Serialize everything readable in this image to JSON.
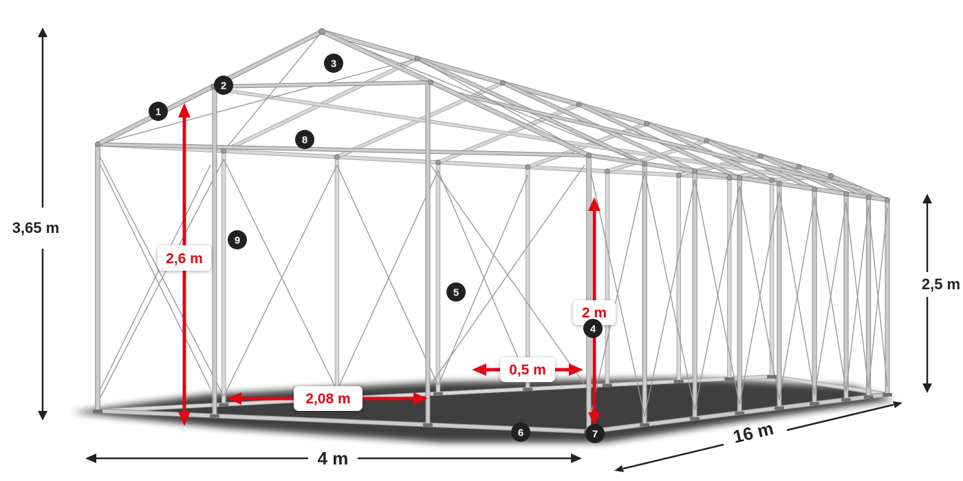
{
  "diagram": {
    "dimensions": {
      "total_height": "3,65 m",
      "inner_height": "2,6 m",
      "side_height": "2,5 m",
      "entry_height": "2 m",
      "post_spacing": "0,5 m",
      "door_width": "2,08 m",
      "width": "4 m",
      "length": "16 m"
    },
    "markers": [
      {
        "label": "1"
      },
      {
        "label": "2"
      },
      {
        "label": "3"
      },
      {
        "label": "4"
      },
      {
        "label": "5"
      },
      {
        "label": "6"
      },
      {
        "label": "7"
      },
      {
        "label": "8"
      },
      {
        "label": "9"
      }
    ],
    "colors": {
      "dimension_red": "#e30613",
      "dimension_black": "#222222",
      "frame_light": "#cbcbcb",
      "frame_dark": "#8a8a8a",
      "frame_far_light": "#d8d8d8",
      "frame_far_dark": "#a8a8a8",
      "cable": "#9a9a9a",
      "shadow": "#161616",
      "badge": "#212121",
      "background": "#ffffff"
    }
  }
}
